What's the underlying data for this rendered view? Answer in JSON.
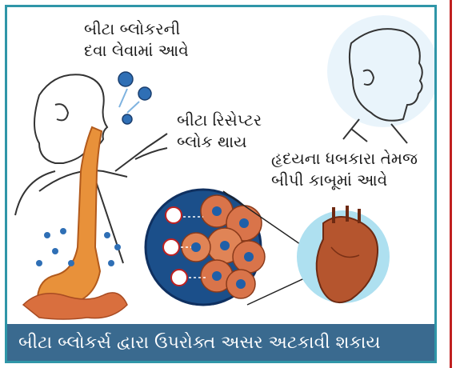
{
  "labels": {
    "drug_taken": [
      "બીટા બ્લોકરની",
      "દવા લેવામાં આવે"
    ],
    "receptor_block": [
      "બીટા રિસેપ્ટર",
      "બ્લોક થાય"
    ],
    "effect": [
      "હૃદયના ધબકારા તેમજ",
      "બીપી કાબૂમાં આવે"
    ]
  },
  "caption": "બીટા બ્લોકર્સ દ્વારા ઉપરોક્ત અસર અટકાવી શકાય",
  "colors": {
    "frame_border": "#2f96a8",
    "caption_bg": "#3a6a8f",
    "caption_text": "#ffffff",
    "tablet_blue": "#2f6fb5",
    "esophagus": "#e8913a",
    "heart": "#b5552e",
    "heart_glow": "#aee0f0",
    "cell_fill": "#d9744a",
    "cell_nucleus": "#1f5fa8",
    "receptor_bg": "#1b4f8a",
    "accent_red": "#c02020"
  }
}
